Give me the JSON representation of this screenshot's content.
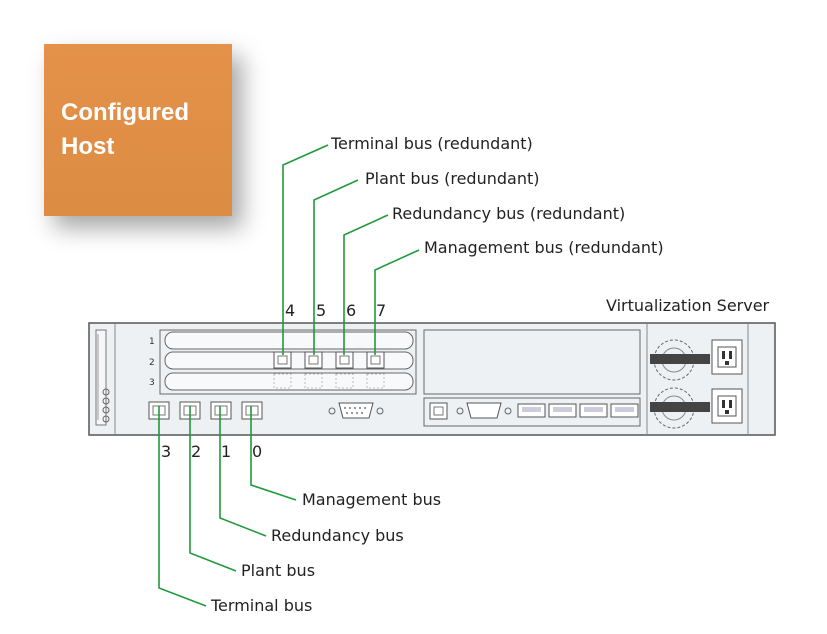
{
  "badge": {
    "line1": "Configured",
    "line2": "Host"
  },
  "server": {
    "title": "Virtualization Server"
  },
  "slots": [
    "1",
    "2",
    "3"
  ],
  "top_ports": [
    {
      "number": "4",
      "label": "Terminal bus (redundant)"
    },
    {
      "number": "5",
      "label": "Plant bus (redundant)"
    },
    {
      "number": "6",
      "label": "Redundancy bus (redundant)"
    },
    {
      "number": "7",
      "label": "Management bus (redundant)"
    }
  ],
  "bottom_ports": [
    {
      "number": "3",
      "label": "Terminal bus"
    },
    {
      "number": "2",
      "label": "Plant bus"
    },
    {
      "number": "1",
      "label": "Redundancy bus"
    },
    {
      "number": "0",
      "label": "Management bus"
    }
  ],
  "colors": {
    "line": "#1f9a3a",
    "badge": "#df8e46",
    "chassis": "#eef1f4",
    "outline": "#555555"
  }
}
